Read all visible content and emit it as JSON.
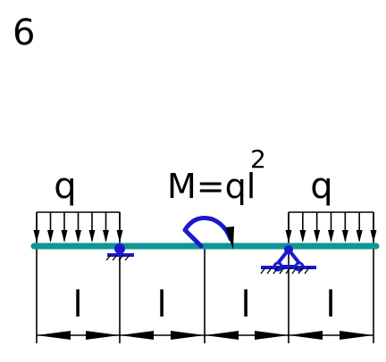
{
  "problem_number": "6",
  "load_left": "q",
  "load_right": "q",
  "moment": {
    "label": "M=ql",
    "exponent": "2"
  },
  "span_labels": [
    "l",
    "l",
    "l",
    "l"
  ],
  "colors": {
    "beam": "#0f9694",
    "supports": "#1a1acc",
    "lines": "#000000"
  },
  "icons": {
    "pin_support": "pin-support-icon",
    "roller_support": "roller-support-icon",
    "moment": "moment-arrow-icon"
  }
}
